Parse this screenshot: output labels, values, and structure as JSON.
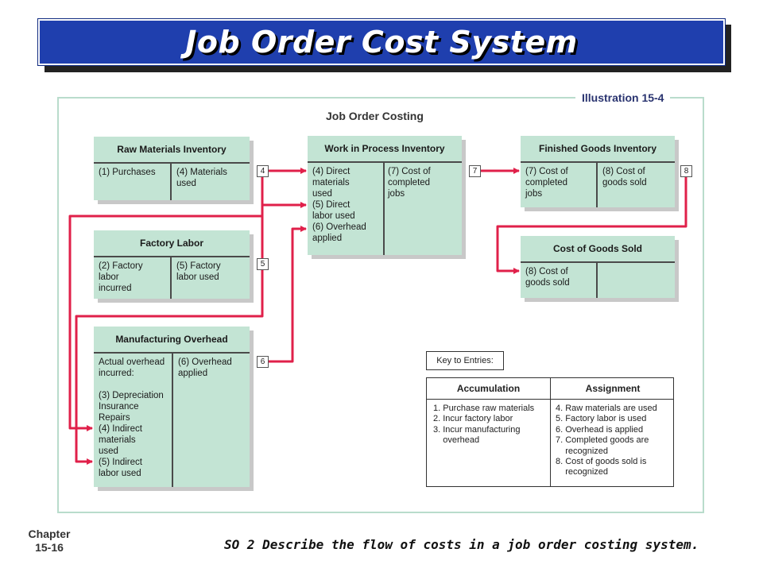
{
  "slide": {
    "title": "Job Order Cost System",
    "illustration": "Illustration 15-4",
    "chapter_line1": "Chapter",
    "chapter_line2": "15-16",
    "objective": "SO 2  Describe the flow of costs in a job order costing system."
  },
  "diagram": {
    "title": "Job Order Costing",
    "accounts": {
      "raw_materials": {
        "name": "Raw Materials Inventory",
        "debit": "(1) Purchases",
        "credit": "(4) Materials\n     used"
      },
      "factory_labor": {
        "name": "Factory Labor",
        "debit": "(2) Factory\n     labor\n     incurred",
        "credit": "(5) Factory\n     labor used"
      },
      "manufacturing_overhead": {
        "name": "Manufacturing Overhead",
        "debit": "Actual overhead\nincurred:\n\n(3) Depreciation\n     Insurance\n     Repairs\n(4) Indirect\n     materials\n     used\n(5) Indirect\n     labor used",
        "credit": "(6) Overhead\n     applied"
      },
      "work_in_process": {
        "name": "Work in Process Inventory",
        "debit": "(4) Direct\n     materials\n     used\n(5) Direct\n     labor used\n(6) Overhead\n     applied",
        "credit": "(7) Cost of\n     completed\n     jobs"
      },
      "finished_goods": {
        "name": "Finished Goods Inventory",
        "debit": "(7) Cost of\n     completed\n     jobs",
        "credit": "(8) Cost of\n     goods sold"
      },
      "cost_of_goods_sold": {
        "name": "Cost of Goods Sold",
        "debit": "(8) Cost of\n     goods sold",
        "credit": ""
      }
    },
    "tags": {
      "t4": "4",
      "t5": "5",
      "t6": "6",
      "t7": "7",
      "t8": "8"
    },
    "key": {
      "label": "Key to Entries:",
      "accumulation_header": "Accumulation",
      "assignment_header": "Assignment",
      "accumulation": [
        "1. Purchase raw materials",
        "2. Incur factory labor",
        "3. Incur manufacturing",
        "    overhead"
      ],
      "assignment": [
        "4. Raw materials are used",
        "5. Factory labor is used",
        "6. Overhead is applied",
        "7. Completed goods are",
        "    recognized",
        "8. Cost of goods sold is",
        "    recognized"
      ]
    }
  },
  "colors": {
    "title_bar": "#1f3fae",
    "account_fill": "#c3e4d4",
    "flow_arrow": "#e0204a",
    "frame": "#b9dccc"
  }
}
